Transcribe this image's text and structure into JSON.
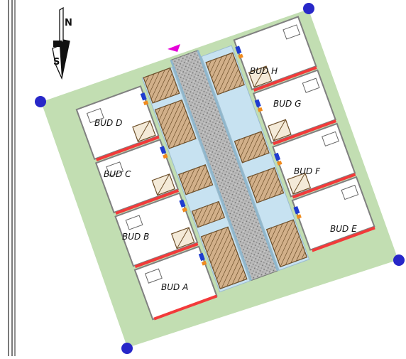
{
  "north_label": "N",
  "south_label": "S",
  "buildings": {
    "a": "BUD  A",
    "b": "BUD  B",
    "c": "BUD  C",
    "d": "BUD  D",
    "e": "BUD  E",
    "f": "BUD  F",
    "g": "BUD  G",
    "h": "BUD  H"
  },
  "colors": {
    "site": "#c2deb2",
    "site_outline": "#ffffff",
    "corner_marker": "#2727c8",
    "road": "#b7b7b7",
    "courtyard": "#c7e2f1",
    "wall_red": "#f23a3a",
    "crate_fill": "#d2b08a",
    "crate_stroke": "#6d4f2a",
    "wall_gray": "#808080",
    "entrance_marker": "#e600d8"
  }
}
